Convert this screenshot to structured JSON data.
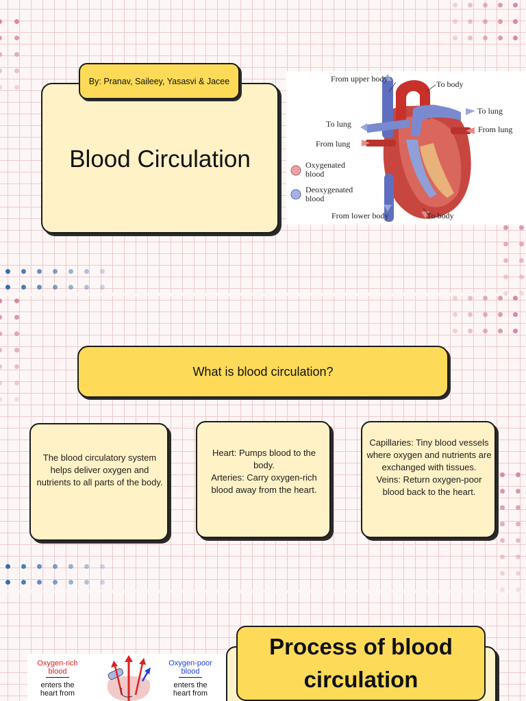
{
  "title_card": {
    "authors": "By: Pranav, Saileey, Yasasvi & Jacee",
    "title": "Blood Circulation"
  },
  "heart_diagram": {
    "labels": {
      "from_upper_body": "From upper body",
      "to_body_top": "To body",
      "to_lung_right": "To lung",
      "to_lung_left": "To lung",
      "from_lung_right": "From lung",
      "from_lung_left": "From lung",
      "from_lower_body": "From lower body",
      "to_body_bottom": "To body"
    },
    "legend": [
      {
        "label": "Oxygenated\nblood",
        "color": "#e8a3a6"
      },
      {
        "label": "Deoxygenated\nblood",
        "color": "#a7b2e2"
      }
    ]
  },
  "question": {
    "text": "What is blood circulation?"
  },
  "info_cards": [
    {
      "text": "The blood circulatory system helps deliver oxygen and nutrients to all parts of the body."
    },
    {
      "text": "Heart: Pumps blood to the body.\nArteries: Carry oxygen-rich blood away from the heart."
    },
    {
      "text": "Capillaries: Tiny blood vessels where oxygen and nutrients are exchanged with tissues.\nVeins: Return oxygen-poor blood back to the heart."
    }
  ],
  "process": {
    "title_line1": "Process of blood",
    "title_line2": "circulation"
  },
  "bottom_diagram": {
    "left_label": "Oxygen-rich\nblood",
    "left_caption": "enters the\nheart from",
    "right_label": "Oxygen-poor\nblood",
    "right_caption": "enters the\nheart from"
  },
  "colors": {
    "card_fill": "#fff2c6",
    "yellow": "#fddb58",
    "grid": "#ecc9cd",
    "dot_pink": "#d98a99",
    "dot_blue": "#2e6fb0",
    "oxygen_rich": "#e01b1b",
    "oxygen_poor": "#1f3fd6"
  }
}
